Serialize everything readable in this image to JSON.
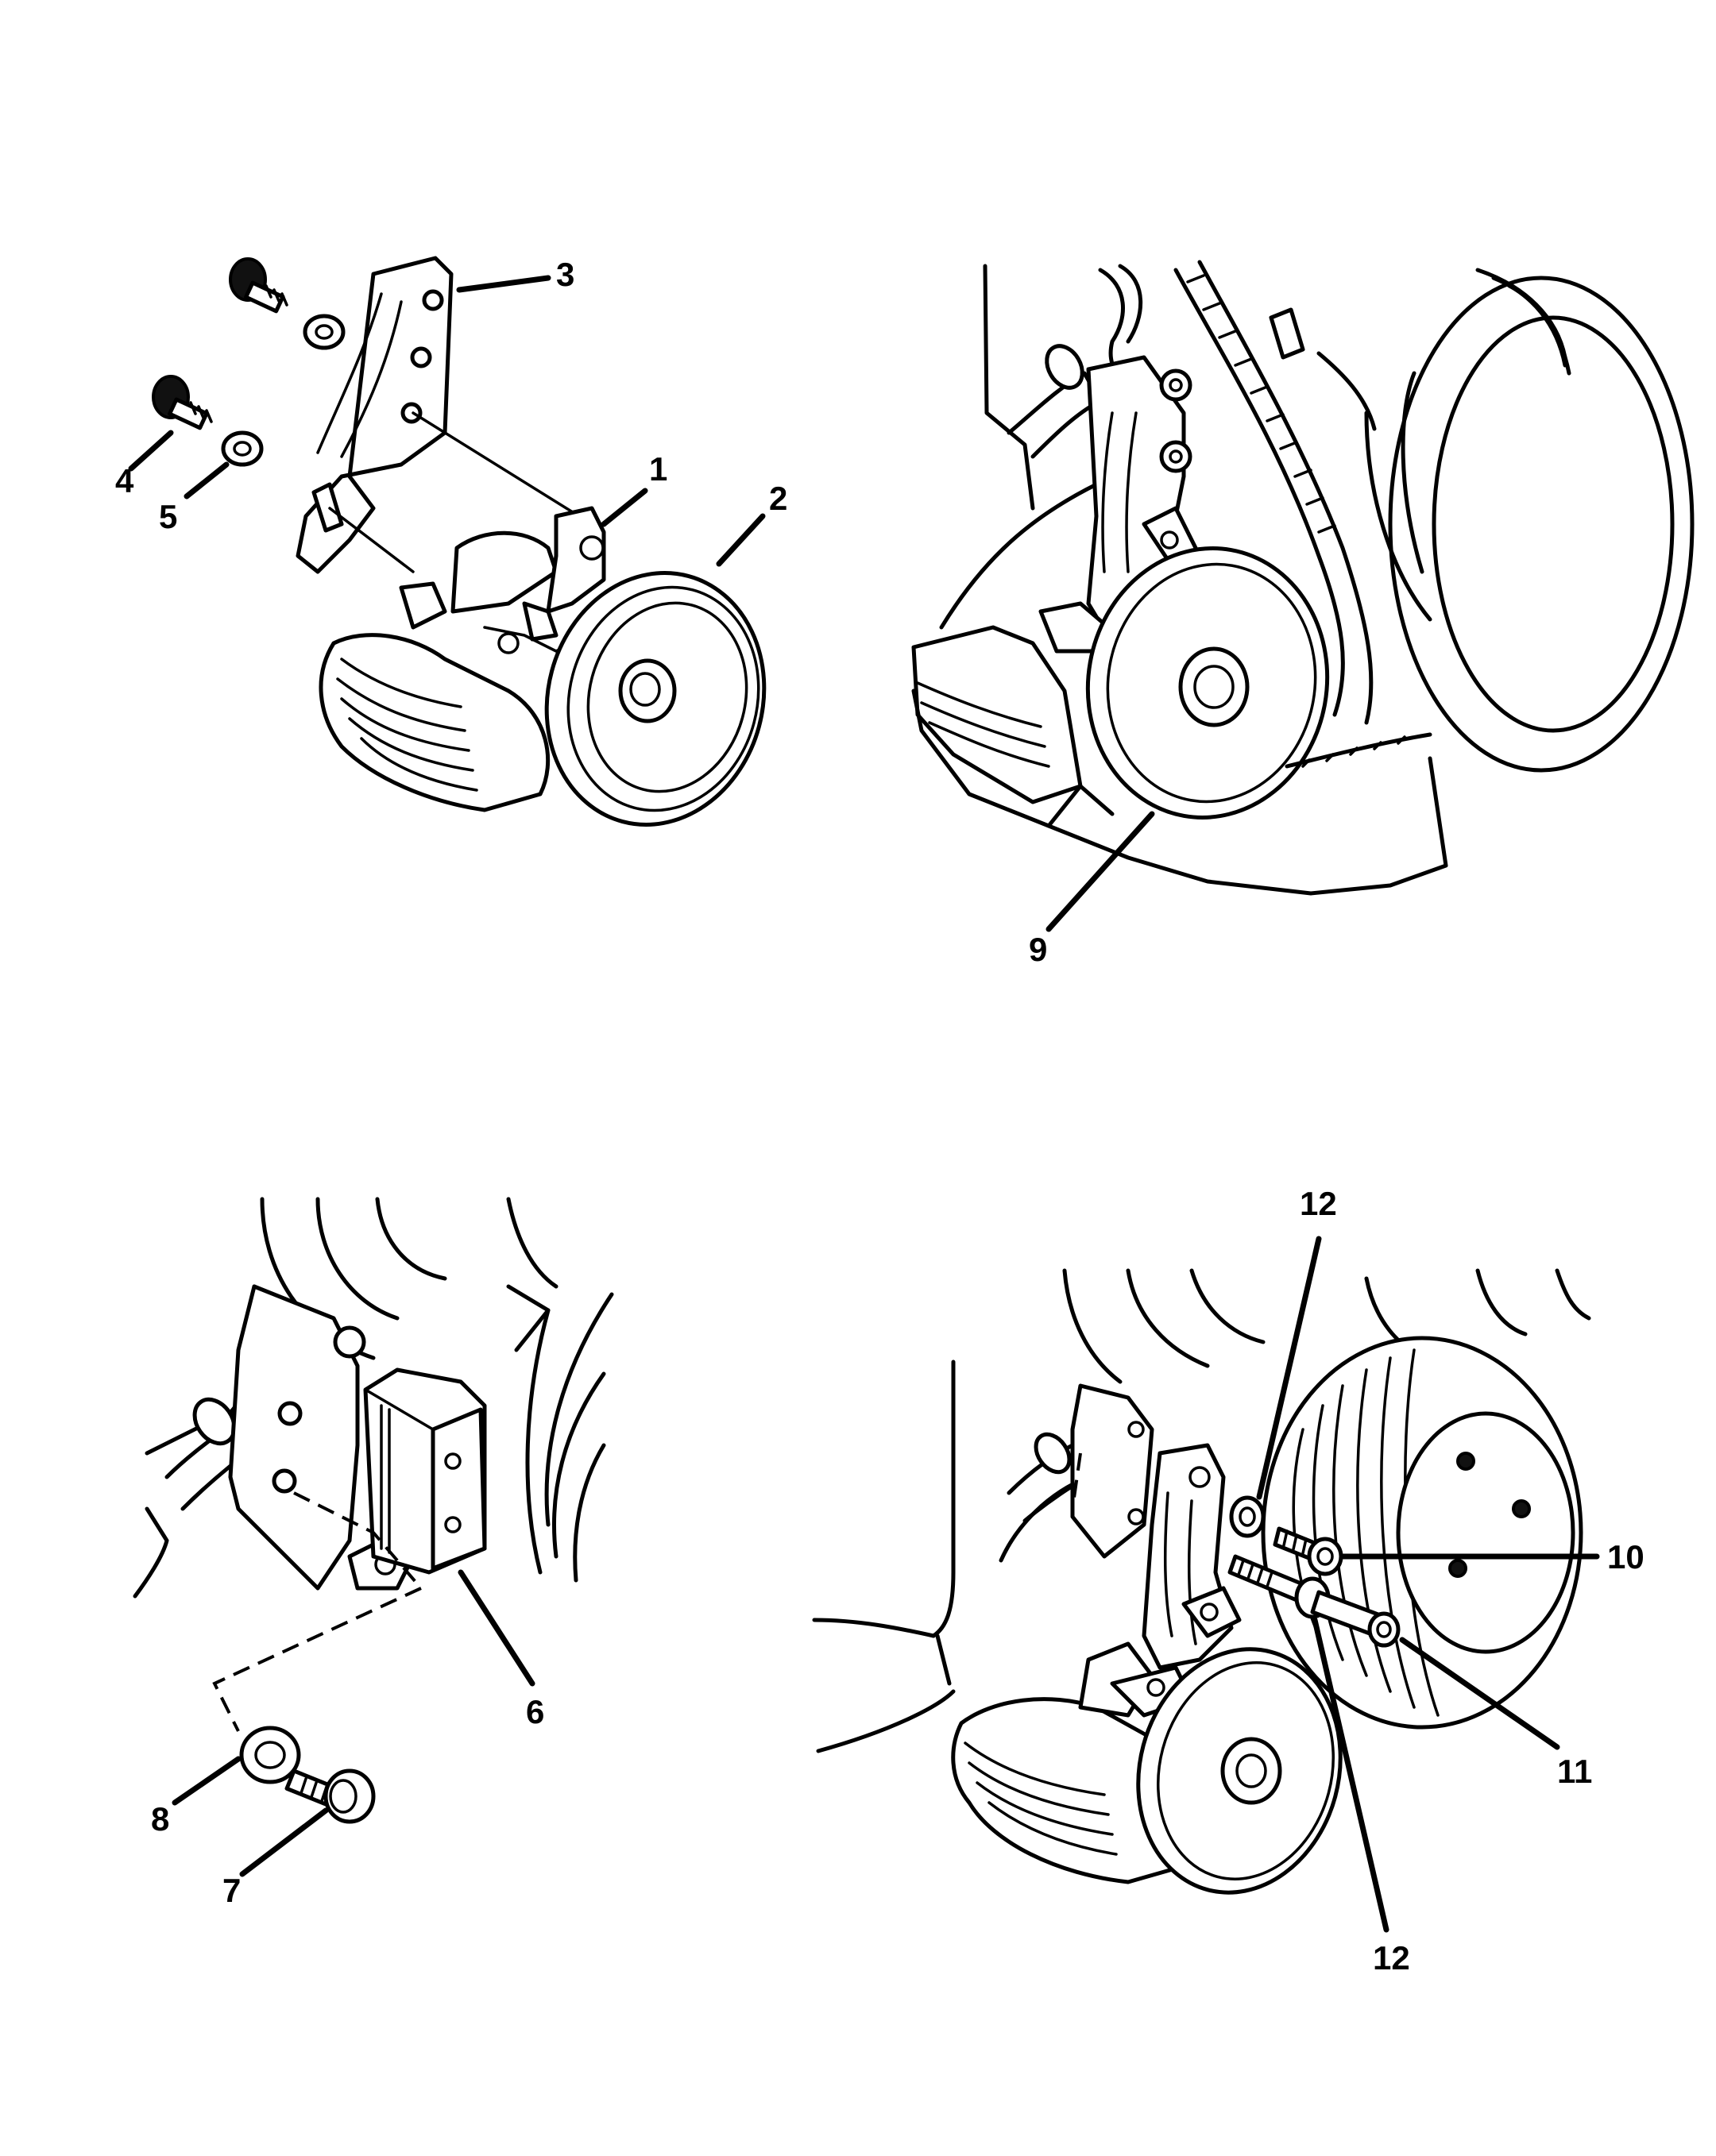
{
  "diagram": {
    "panels": [
      {
        "id": "top-left",
        "callouts": [
          "1",
          "2",
          "3",
          "4",
          "5"
        ]
      },
      {
        "id": "top-right",
        "callouts": [
          "9"
        ]
      },
      {
        "id": "bottom-left",
        "callouts": [
          "6",
          "7",
          "8"
        ]
      },
      {
        "id": "bottom-right",
        "callouts": [
          "10",
          "11",
          "12",
          "12"
        ]
      }
    ]
  },
  "callouts": {
    "c1": "1",
    "c2": "2",
    "c3": "3",
    "c4": "4",
    "c5": "5",
    "c6": "6",
    "c7": "7",
    "c8": "8",
    "c9": "9",
    "c10": "10",
    "c11": "11",
    "c12a": "12",
    "c12b": "12"
  }
}
